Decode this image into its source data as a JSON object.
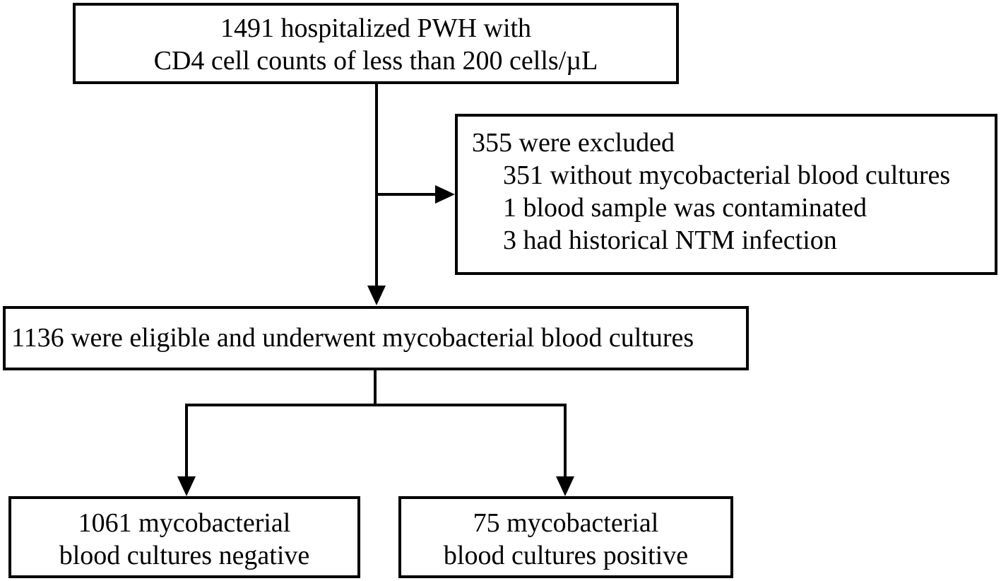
{
  "flowchart": {
    "top": {
      "line1": "1491 hospitalized PWH with",
      "line2": "CD4 cell counts of less than 200 cells/µL"
    },
    "excluded": {
      "heading": "355 were excluded",
      "items": [
        "351 without mycobacterial blood cultures",
        "1 blood sample was contaminated",
        "3 had historical NTM infection"
      ]
    },
    "eligible": {
      "text": "1136 were eligible and underwent mycobacterial blood cultures"
    },
    "negative": {
      "line1": "1061 mycobacterial",
      "line2": "blood cultures negative"
    },
    "positive": {
      "line1": "75 mycobacterial",
      "line2": "blood cultures positive"
    }
  }
}
